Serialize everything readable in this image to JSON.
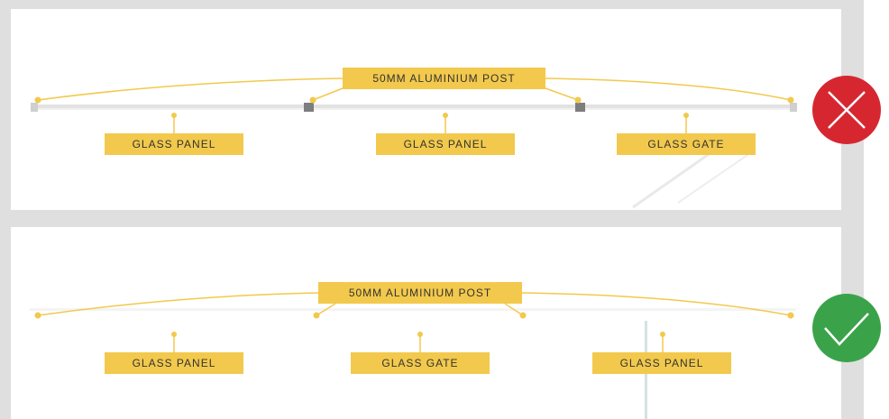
{
  "top_example": {
    "post_label": "50MM ALUMINIUM POST",
    "labels": [
      "GLASS PANEL",
      "GLASS PANEL",
      "GLASS GATE"
    ],
    "verdict": "incorrect",
    "verdict_icon": "cross-icon",
    "verdict_color": "#d62731"
  },
  "bottom_example": {
    "post_label": "50MM ALUMINIUM POST",
    "labels": [
      "GLASS PANEL",
      "GLASS GATE",
      "GLASS PANEL"
    ],
    "verdict": "correct",
    "verdict_icon": "check-icon",
    "verdict_color": "#3aa34a"
  },
  "colors": {
    "accent": "#f2c94c",
    "frame": "#dfdfdf"
  }
}
